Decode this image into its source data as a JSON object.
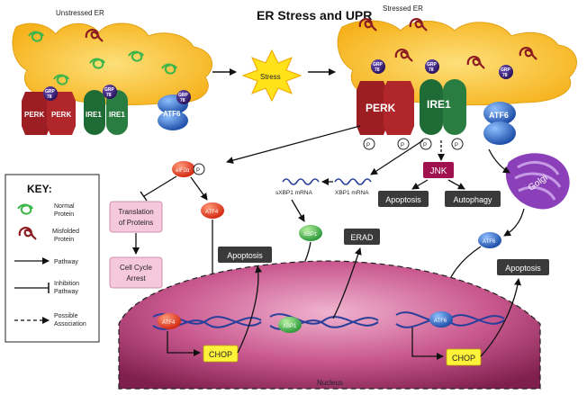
{
  "title": "ER Stress and UPR",
  "unstressed_label": "Unstressed ER",
  "stressed_label": "Stressed ER",
  "stress_label": "Stress",
  "proteins": {
    "grp": "GRP",
    "grp_num": "78",
    "perk": "PERK",
    "ire1": "IRE1",
    "atf6": "ATF6",
    "p": "P",
    "eif2a": "eIF2α",
    "atf4": "ATF4",
    "xbp1": "XBP1",
    "atf6_small": "ATF6",
    "jnk": "JNK",
    "golgi": "Golgi"
  },
  "boxes": {
    "translation_line1": "Translation",
    "translation_line2": "of Proteins",
    "arrest_line1": "Cell Cycle",
    "arrest_line2": "Arrest",
    "apoptosis": "Apoptosis",
    "autophagy": "Autophagy",
    "erad": "ERAD",
    "chop": "CHOP"
  },
  "mrna": {
    "sxbp1": "sXBP1 mRNA",
    "xbp1": "XBP1 mRNA"
  },
  "nucleus_label": "Nucleus",
  "key": {
    "title": "KEY:",
    "normal_line1": "Normal",
    "normal_line2": "Protein",
    "misfolded_line1": "Misfolded",
    "misfolded_line2": "Protein",
    "pathway": "Pathway",
    "inhibition_line1": "Inhibition",
    "inhibition_line2": "Pathway",
    "possible_line1": "Possible",
    "possible_line2": "Association"
  },
  "colors": {
    "er": "#f9c32b",
    "perk": "#9c1d22",
    "ire1": "#1f6b36",
    "atf6": "#2a5db0",
    "grp": "#3b1a73",
    "jnk": "#a0124e",
    "golgi": "#8b3fb8",
    "nucleus": "#a7356e",
    "dark_box": "#3a3a3a",
    "pink_box": "#f6c8dc",
    "chop": "#fff23a",
    "normal_protein": "#3cb54a",
    "misfolded_protein": "#8b1c1f"
  }
}
